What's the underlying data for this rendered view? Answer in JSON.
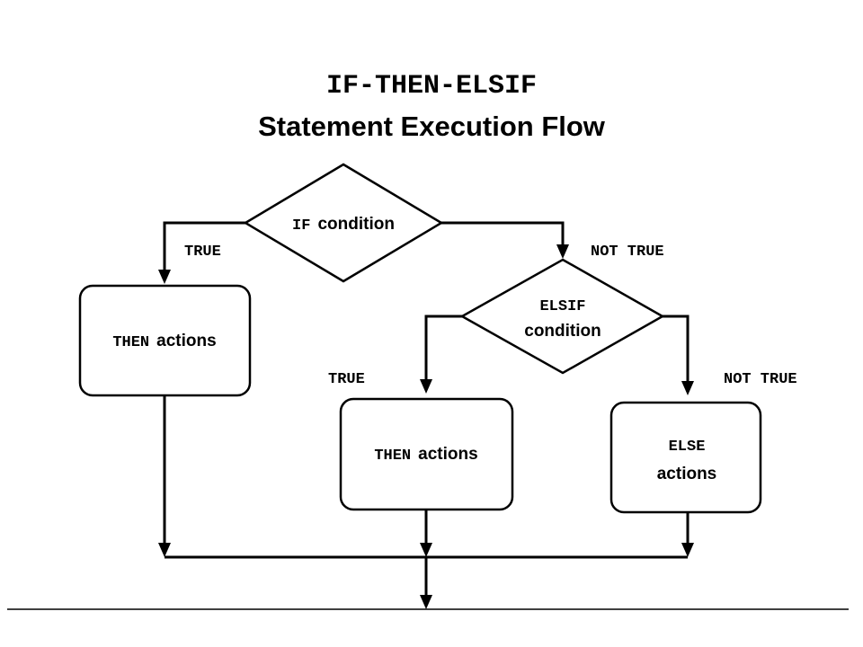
{
  "title": {
    "line1": "IF-THEN-ELSIF",
    "line2": "Statement Execution Flow"
  },
  "if_decision": {
    "keyword": "IF",
    "text": "condition"
  },
  "elsif_decision": {
    "keyword": "ELSIF",
    "text": "condition"
  },
  "then_box_1": {
    "keyword": "THEN",
    "text": "actions"
  },
  "then_box_2": {
    "keyword": "THEN",
    "text": "actions"
  },
  "else_box": {
    "keyword": "ELSE",
    "text": "actions"
  },
  "branch_labels": {
    "if_true": "TRUE",
    "if_not_true": "NOT TRUE",
    "elsif_true": "TRUE",
    "elsif_not_true": "NOT TRUE"
  }
}
